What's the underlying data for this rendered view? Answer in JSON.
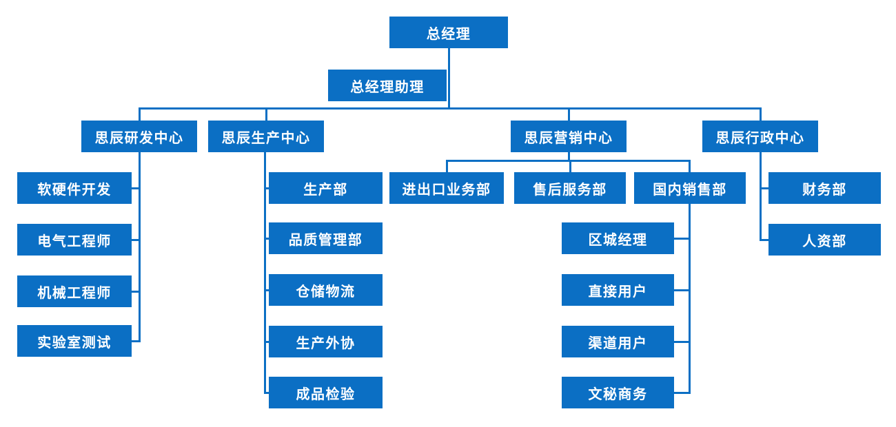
{
  "colors": {
    "node_background": "#0b6fc4",
    "node_text": "#ffffff",
    "connector": "#0b6fc4",
    "page_background": "#ffffff"
  },
  "nodes": {
    "general_manager": "总经理",
    "gm_assistant": "总经理助理",
    "centers": [
      "思辰研发中心",
      "思辰生产中心",
      "思辰营销中心",
      "思辰行政中心"
    ],
    "rd_departments": [
      "软硬件开发",
      "电气工程师",
      "机械工程师",
      "实验室测试"
    ],
    "production_departments": [
      "生产部",
      "品质管理部",
      "仓储物流",
      "生产外协",
      "成品检验"
    ],
    "marketing_departments": [
      "进出口业务部",
      "售后服务部",
      "国内销售部"
    ],
    "domestic_sales_departments": [
      "区城经理",
      "直接用户",
      "渠道用户",
      "文秘商务"
    ],
    "admin_departments": [
      "财务部",
      "人资部"
    ]
  }
}
